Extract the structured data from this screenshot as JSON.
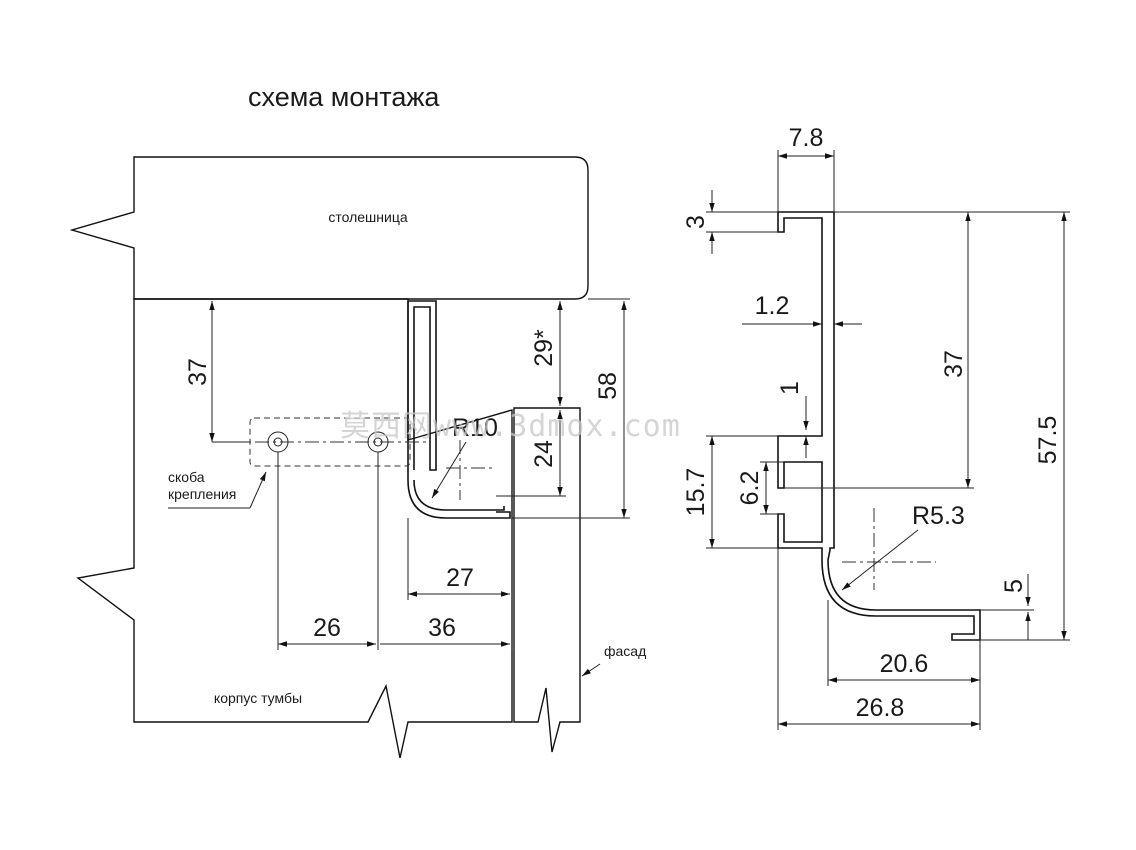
{
  "left_diagram": {
    "title": "схема монтажа",
    "labels": {
      "countertop": "столешница",
      "bracket_line1": "скоба",
      "bracket_line2": "крепления",
      "facade": "фасад",
      "cabinet": "корпус тумбы"
    },
    "dimensions": {
      "d37": "37",
      "d29": "29*",
      "d58": "58",
      "d24": "24",
      "r10": "R10",
      "d27": "27",
      "d26": "26",
      "d36": "36"
    }
  },
  "right_diagram": {
    "dimensions": {
      "d7_8": "7.8",
      "d3": "3",
      "d1_2": "1.2",
      "d37": "37",
      "d1": "1",
      "d57_5": "57.5",
      "d15_7": "15.7",
      "d6_2": "6.2",
      "r5_3": "R5.3",
      "d5": "5",
      "d20_6": "20.6",
      "d26_8": "26.8"
    }
  },
  "watermark": {
    "text": "莫西网www.3dmox.com"
  }
}
